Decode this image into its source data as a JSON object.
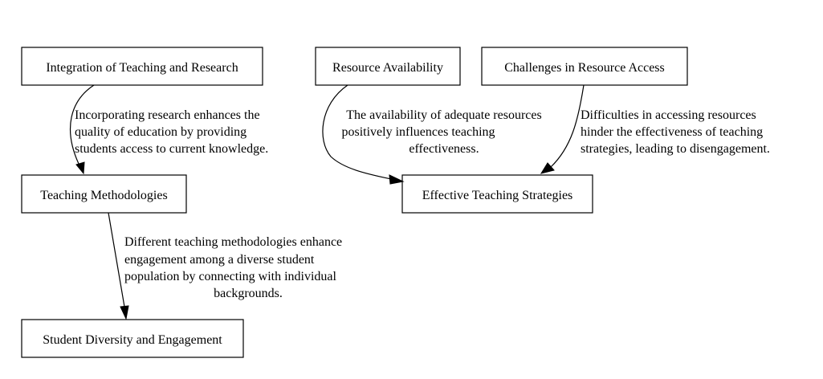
{
  "nodes": {
    "integration": "Integration of Teaching and Research",
    "resource_availability": "Resource Availability",
    "challenges": "Challenges in Resource Access",
    "methodologies": "Teaching Methodologies",
    "effective": "Effective Teaching Strategies",
    "diversity": "Student Diversity and Engagement"
  },
  "edges": {
    "integration_to_methodologies": [
      "Incorporating research enhances the",
      "quality of education by providing",
      "students access to current knowledge."
    ],
    "availability_to_effective": [
      "The availability of adequate resources",
      "positively influences teaching",
      "effectiveness."
    ],
    "challenges_to_effective": [
      "Difficulties in accessing resources",
      "hinder the effectiveness of teaching",
      "strategies, leading to disengagement."
    ],
    "methodologies_to_diversity": [
      "Different teaching methodologies enhance",
      "engagement among a diverse student",
      "population by connecting with individual",
      "backgrounds."
    ]
  }
}
